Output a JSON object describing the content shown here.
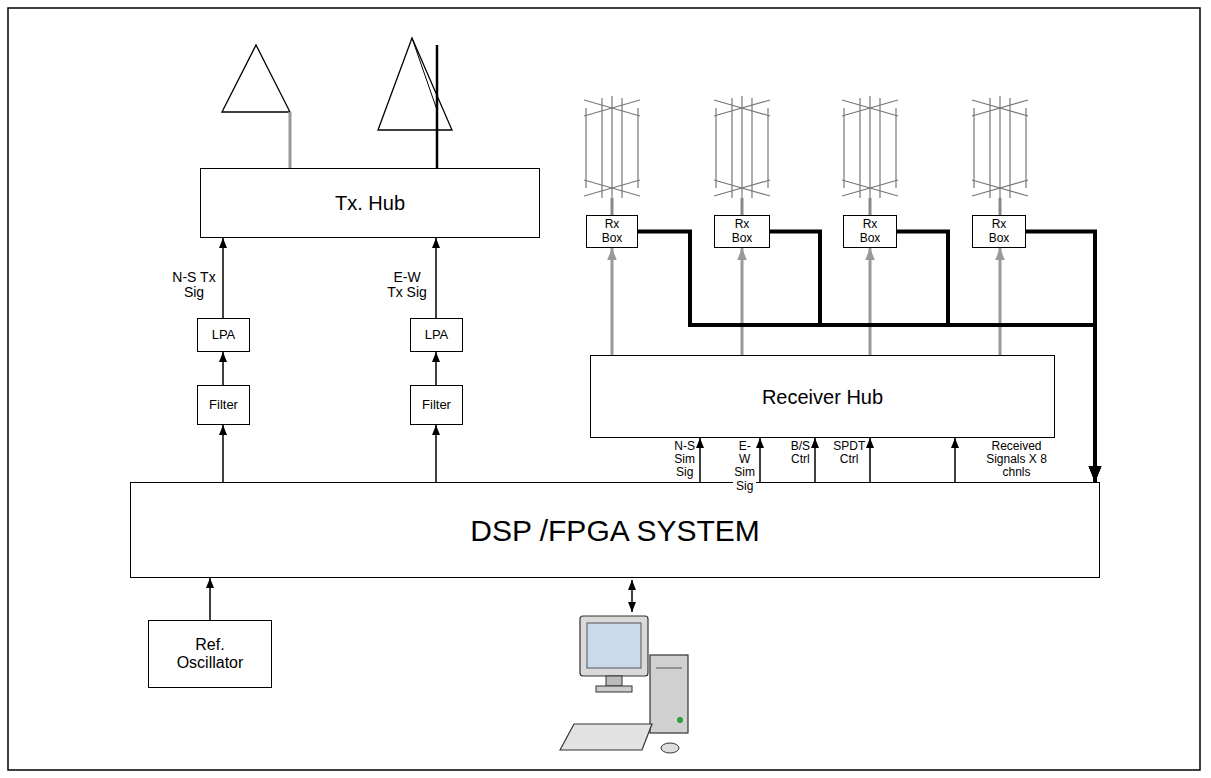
{
  "diagram": {
    "nodes": [
      {
        "text": [
          "Tx. Hub"
        ]
      },
      {
        "text": [
          "Rx Box"
        ]
      },
      {
        "text": [
          "Rx Box"
        ]
      },
      {
        "text": [
          "Rx Box"
        ]
      },
      {
        "text": [
          "Rx Box"
        ]
      },
      {
        "text": [
          "LPA"
        ]
      },
      {
        "text": [
          "LPA"
        ]
      },
      {
        "text": [
          "Receiver Hub"
        ]
      },
      {
        "text": [
          "Filter"
        ]
      },
      {
        "text": [
          "Filter"
        ]
      },
      {
        "text": [
          "DSP /FPGA SYSTEM"
        ]
      },
      {
        "text": [
          "Ref. Oscillator"
        ]
      }
    ],
    "edges": [
      {
        "from": 11,
        "to": 10,
        "arrow": "to"
      },
      {
        "from": 10,
        "to": 8,
        "arrow": "to"
      },
      {
        "from": 8,
        "to": 5,
        "arrow": "to"
      },
      {
        "from": 5,
        "to": 0,
        "arrow": "to",
        "label": "N-S Tx Sig"
      },
      {
        "from": 10,
        "to": 9,
        "arrow": "to"
      },
      {
        "from": 9,
        "to": 6,
        "arrow": "to"
      },
      {
        "from": 6,
        "to": 0,
        "arrow": "to",
        "label": "E-W Tx Sig"
      },
      {
        "from": 7,
        "to": 1,
        "arrow": "to"
      },
      {
        "from": 7,
        "to": 2,
        "arrow": "to"
      },
      {
        "from": 7,
        "to": 3,
        "arrow": "to"
      },
      {
        "from": 7,
        "to": 4,
        "arrow": "to"
      },
      {
        "from": 10,
        "to": 7,
        "arrow": "to",
        "label": "N-S Sim Sig"
      },
      {
        "from": 10,
        "to": 7,
        "arrow": "to",
        "label": "E-W Sim Sig"
      },
      {
        "from": 10,
        "to": 7,
        "arrow": "to",
        "label": "B/S Ctrl"
      },
      {
        "from": 10,
        "to": 7,
        "arrow": "to",
        "label": "SPDT Ctrl"
      },
      {
        "from": 10,
        "to": 7,
        "arrow": "to"
      },
      {
        "from": 1,
        "to": 10,
        "arrow": "to"
      },
      {
        "from": 2,
        "to": 10,
        "arrow": "to"
      },
      {
        "from": 3,
        "to": 10,
        "arrow": "to"
      },
      {
        "from": 4,
        "to": 10,
        "arrow": "to"
      }
    ],
    "labels": [
      "Received Signals X 8 chnls"
    ]
  }
}
